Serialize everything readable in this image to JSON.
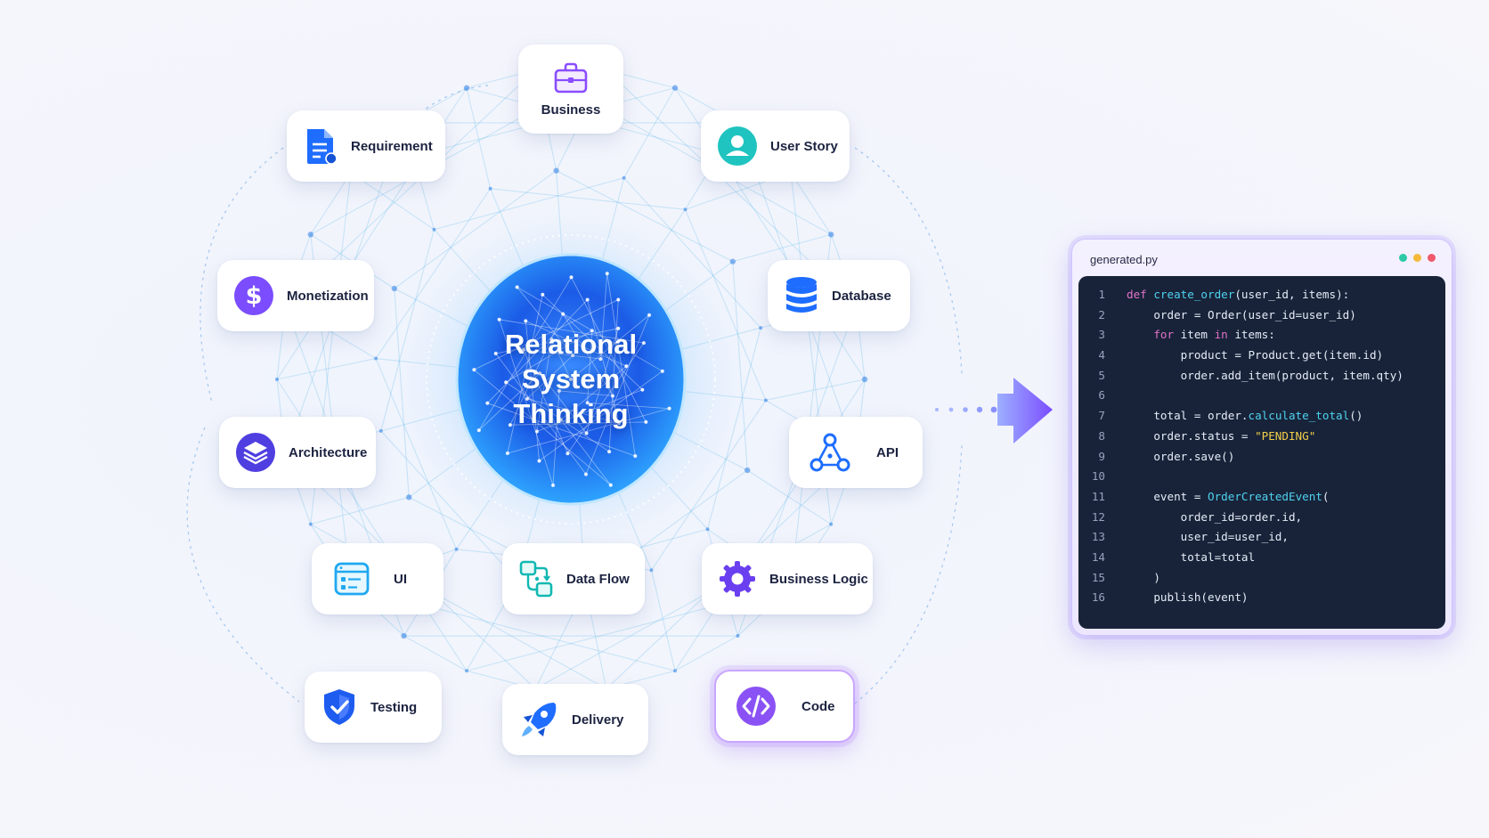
{
  "center": {
    "lines": [
      "Relational",
      "System",
      "Thinking"
    ]
  },
  "nodes": {
    "business": "Business",
    "requirement": "Requirement",
    "user_story": "User Story",
    "monetization": "Monetization",
    "database": "Database",
    "architecture": "Architecture",
    "api": "API",
    "ui": "UI",
    "data_flow": "Data Flow",
    "business_logic": "Business Logic",
    "testing": "Testing",
    "delivery": "Delivery",
    "code": "Code"
  },
  "icons": {
    "business": "briefcase-icon",
    "requirement": "document-icon",
    "user_story": "user-icon",
    "monetization": "dollar-icon",
    "database": "database-icon",
    "architecture": "layers-icon",
    "api": "network-icon",
    "ui": "window-icon",
    "data_flow": "flow-icon",
    "business_logic": "gear-icon",
    "testing": "shield-icon",
    "delivery": "rocket-icon",
    "code": "code-icon"
  },
  "code_window": {
    "filename": "generated.py",
    "window_dots": [
      "#2ec9a7",
      "#f5b93a",
      "#f05a6b"
    ],
    "lines": [
      [
        {
          "t": "def ",
          "c": "kw"
        },
        {
          "t": "create_order",
          "c": "fn"
        },
        {
          "t": "(user_id, items):",
          "c": ""
        }
      ],
      [
        {
          "t": "    order = Order(user_id=user_id)",
          "c": ""
        }
      ],
      [
        {
          "t": "    ",
          "c": ""
        },
        {
          "t": "for",
          "c": "kw"
        },
        {
          "t": " item ",
          "c": ""
        },
        {
          "t": "in",
          "c": "kw"
        },
        {
          "t": " items:",
          "c": ""
        }
      ],
      [
        {
          "t": "        product = Product.get(item.id)",
          "c": ""
        }
      ],
      [
        {
          "t": "        order.add_item(product, item.qty)",
          "c": ""
        }
      ],
      [
        {
          "t": "",
          "c": ""
        }
      ],
      [
        {
          "t": "    total = order.",
          "c": ""
        },
        {
          "t": "calculate_total",
          "c": "fn"
        },
        {
          "t": "()",
          "c": ""
        }
      ],
      [
        {
          "t": "    order.status = ",
          "c": ""
        },
        {
          "t": "\"PENDING\"",
          "c": "str"
        }
      ],
      [
        {
          "t": "    order.save()",
          "c": ""
        }
      ],
      [
        {
          "t": "",
          "c": ""
        }
      ],
      [
        {
          "t": "    event = ",
          "c": ""
        },
        {
          "t": "OrderCreatedEvent",
          "c": "fn"
        },
        {
          "t": "(",
          "c": ""
        }
      ],
      [
        {
          "t": "        order_id=order.id,",
          "c": ""
        }
      ],
      [
        {
          "t": "        user_id=user_id,",
          "c": ""
        }
      ],
      [
        {
          "t": "        total=total",
          "c": ""
        }
      ],
      [
        {
          "t": "    )",
          "c": ""
        }
      ],
      [
        {
          "t": "    publish(event)",
          "c": ""
        }
      ]
    ]
  },
  "colors": {
    "accent_blue": "#1e6dff",
    "accent_purple": "#7b4dff",
    "accent_teal": "#1fc4c0",
    "network_line": "#58b8ea",
    "code_bg": "#182339"
  }
}
